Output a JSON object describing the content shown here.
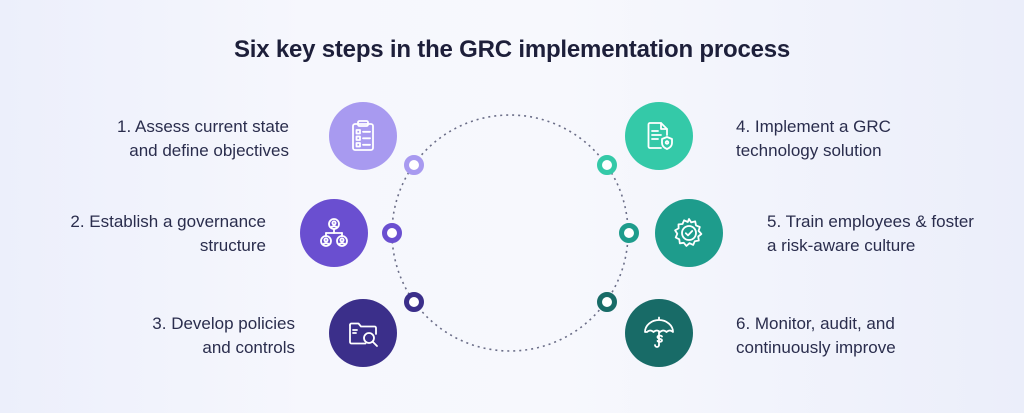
{
  "title": "Six key steps in the GRC implementation process",
  "steps": [
    {
      "line1": "1. Assess current state",
      "line2": "and define objectives",
      "color": "#a89af0",
      "icon": "checklist-clipboard-icon"
    },
    {
      "line1": "2. Establish a governance",
      "line2": "structure",
      "color": "#6a4fd0",
      "icon": "team-hierarchy-icon"
    },
    {
      "line1": "3. Develop policies",
      "line2": "and controls",
      "color": "#3b2f8a",
      "icon": "folder-search-icon"
    },
    {
      "line1": "4. Implement a GRC",
      "line2": "technology solution",
      "color": "#34c9a8",
      "icon": "secure-document-icon"
    },
    {
      "line1": "5. Train employees & foster",
      "line2": "a risk-aware culture",
      "color": "#1e9c8c",
      "icon": "gear-check-icon"
    },
    {
      "line1": "6. Monitor, audit, and",
      "line2": "continuously improve",
      "color": "#186b67",
      "icon": "umbrella-dollar-icon"
    }
  ]
}
